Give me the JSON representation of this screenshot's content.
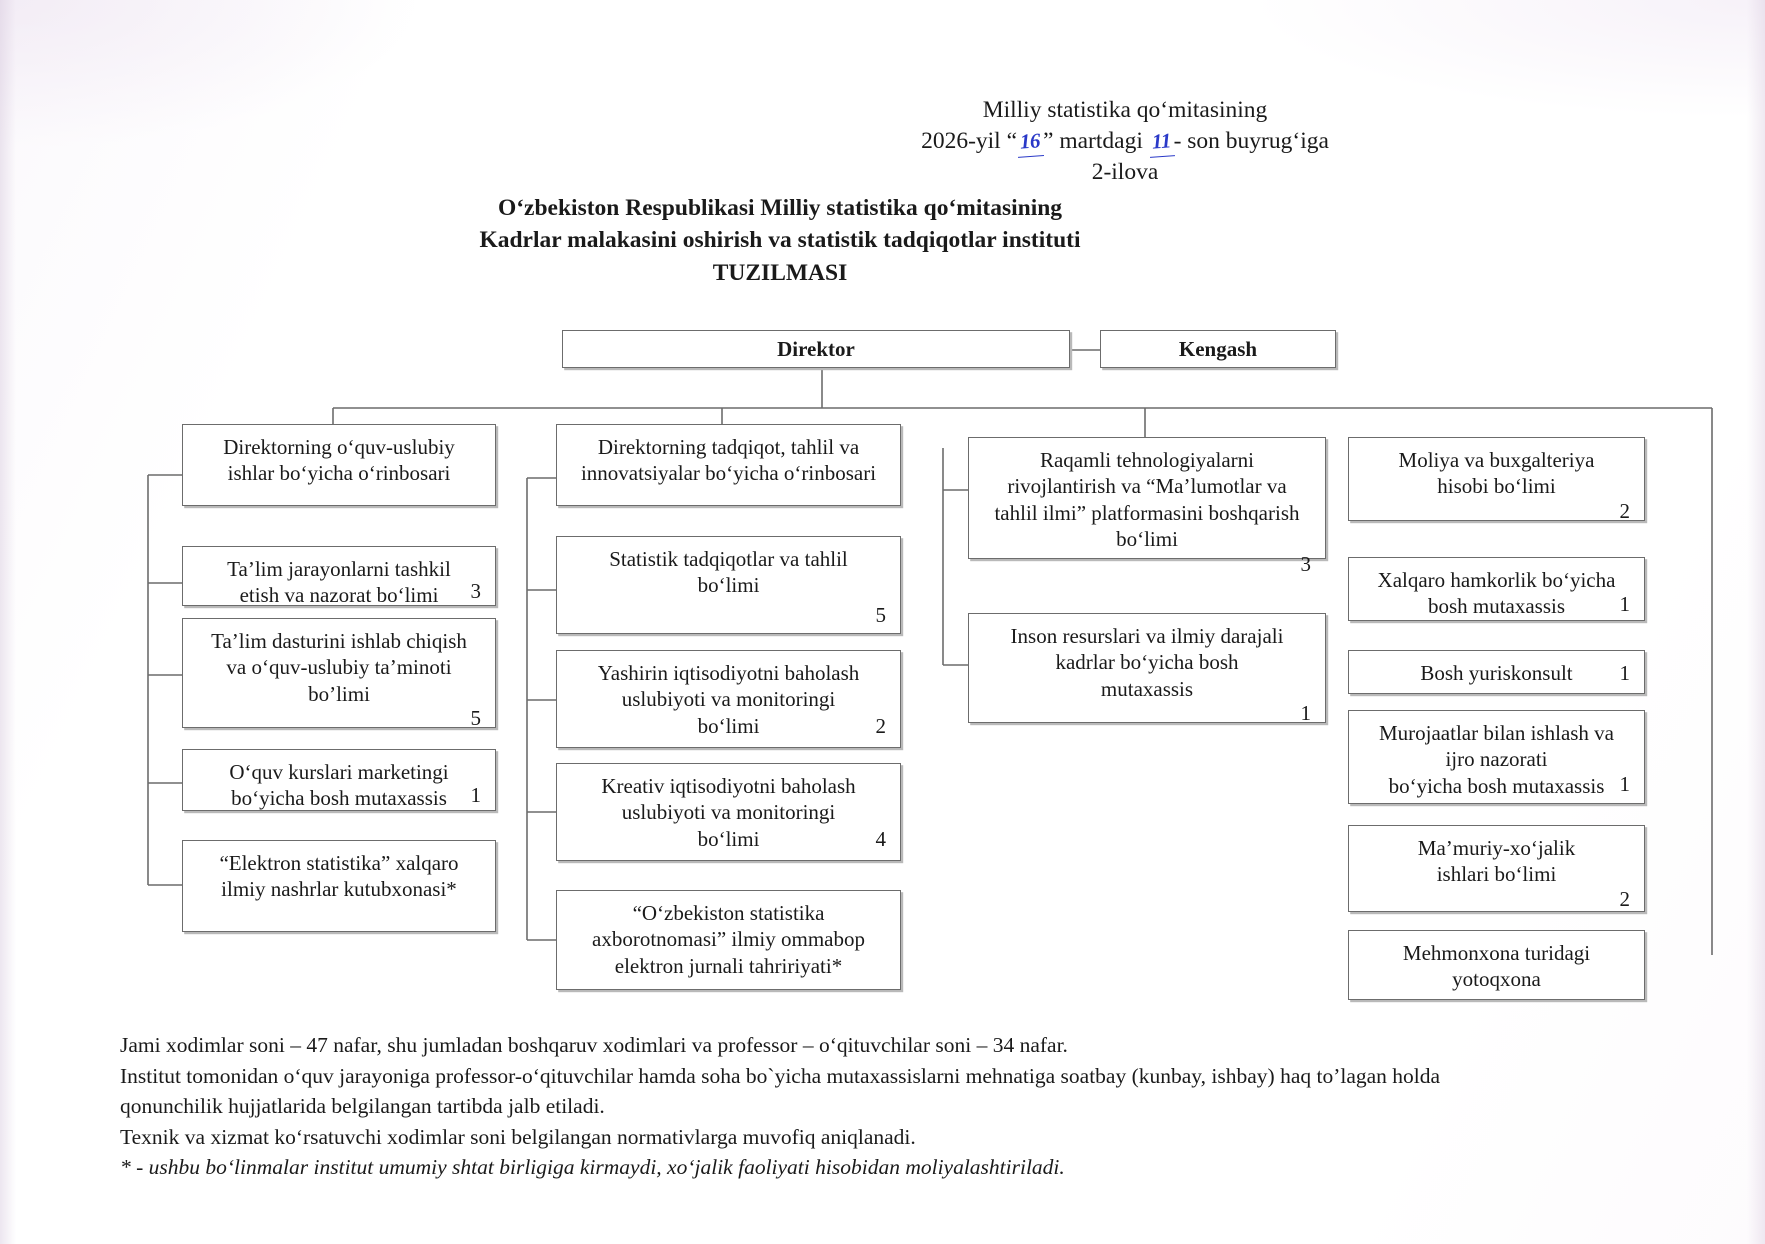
{
  "approval": {
    "line1": "Milliy statistika qo‘mitasining",
    "line2_pre": "2026-yil “",
    "line2_hand_day": "16",
    "line2_mid": "” martdagi ",
    "line2_hand_num": "11",
    "line2_post": "- son buyrug‘iga",
    "line3": "2-ilova"
  },
  "title": {
    "line1": "O‘zbekiston Respublikasi Milliy statistika qo‘mitasining",
    "line2": "Kadrlar malakasini oshirish va statistik tadqiqotlar instituti",
    "line3": "TUZILMASI"
  },
  "chart_data": {
    "type": "diagram",
    "diagram_kind": "org-chart",
    "root": "Direktor",
    "nodes": [
      {
        "id": "direktor",
        "label": "Direktor",
        "count": "",
        "column": "center",
        "bold": true
      },
      {
        "id": "kengash",
        "label": "Kengash",
        "count": "",
        "column": "center",
        "bold": true
      },
      {
        "id": "c1n1",
        "label": "Direktorning o‘quv-uslubiy\nishlar bo‘yicha o‘rinbosari",
        "count": "",
        "column": 1
      },
      {
        "id": "c1n2",
        "label": "Ta’lim jarayonlarni tashkil\netish va nazorat bo‘limi",
        "count": "3",
        "column": 1
      },
      {
        "id": "c1n3",
        "label": "Ta’lim dasturini ishlab chiqish\nva o‘quv-uslubiy ta’minoti\nbo’limi",
        "count": "5",
        "column": 1
      },
      {
        "id": "c1n4",
        "label": "O‘quv kurslari marketingi\nbo‘yicha bosh mutaxassis",
        "count": "1",
        "column": 1
      },
      {
        "id": "c1n5",
        "label": "“Elektron statistika” xalqaro\nilmiy nashrlar kutubxonasi*",
        "count": "",
        "column": 1
      },
      {
        "id": "c2n1",
        "label": "Direktorning tadqiqot, tahlil va\ninnovatsiyalar bo‘yicha o‘rinbosari",
        "count": "",
        "column": 2
      },
      {
        "id": "c2n2",
        "label": "Statistik tadqiqotlar va tahlil\nbo‘limi",
        "count": "5",
        "column": 2
      },
      {
        "id": "c2n3",
        "label": "Yashirin iqtisodiyotni baholash\nuslubiyoti va monitoringi\nbo‘limi",
        "count": "2",
        "column": 2
      },
      {
        "id": "c2n4",
        "label": "Kreativ iqtisodiyotni baholash\nuslubiyoti va monitoringi\nbo‘limi",
        "count": "4",
        "column": 2
      },
      {
        "id": "c2n5",
        "label": "“O‘zbekiston statistika\naxborotnomasi” ilmiy ommabop\nelektron jurnali tahririyati*",
        "count": "",
        "column": 2
      },
      {
        "id": "c3n1",
        "label": "Raqamli tehnologiyalarni\nrivojlantirish va “Ma’lumotlar va\ntahlil ilmi” platformasini boshqarish\nbo‘limi",
        "count": "3",
        "column": 3
      },
      {
        "id": "c3n2",
        "label": "Inson resurslari va ilmiy darajali\nkadrlar bo‘yicha bosh\nmutaxassis",
        "count": "1",
        "column": 3
      },
      {
        "id": "c4n1",
        "label": "Moliya va buxgalteriya\nhisobi bo‘limi",
        "count": "2",
        "column": 4
      },
      {
        "id": "c4n2",
        "label": "Xalqaro hamkorlik bo‘yicha\nbosh mutaxassis",
        "count": "1",
        "column": 4,
        "count_inline": true
      },
      {
        "id": "c4n3",
        "label": "Bosh yuriskonsult",
        "count": "1",
        "column": 4,
        "count_inline": true
      },
      {
        "id": "c4n4",
        "label": "Murojaatlar bilan ishlash va\nijro nazorati\nbo‘yicha bosh mutaxassis",
        "count": "1",
        "column": 4,
        "count_inline": true
      },
      {
        "id": "c4n5",
        "label": "Ma’muriy-xo‘jalik\nishlari  bo‘limi",
        "count": "2",
        "column": 4
      },
      {
        "id": "c4n6",
        "label": "Mehmonxona turidagi\nyotoqxona",
        "count": "",
        "column": 4
      }
    ]
  },
  "notes": {
    "line1": "Jami xodimlar soni – 47 nafar, shu jumladan boshqaruv xodimlari va professor – o‘qituvchilar soni –  34 nafar.",
    "line2": "Institut tomonidan o‘quv jarayoniga professor-o‘qituvchilar hamda soha bo`yicha mutaxassislarni mehnatiga soatbay (kunbay, ishbay) haq to’lagan holda",
    "line3": "qonunchilik hujjatlarida belgilangan tartibda jalb etiladi.",
    "line4": "Texnik va xizmat ko‘rsatuvchi xodimlar soni belgilangan normativlarga muvofiq aniqlanadi.",
    "line5": "* - ushbu bo‘linmalar institut umumiy shtat birligiga kirmaydi, xo‘jalik faoliyati hisobidan moliyalashtiriladi."
  },
  "colors": {
    "box_border": "#6c6c6c",
    "box_shadow": "#b9b9b9",
    "text": "#1a1a1a",
    "handwriting": "#2a39c8"
  }
}
